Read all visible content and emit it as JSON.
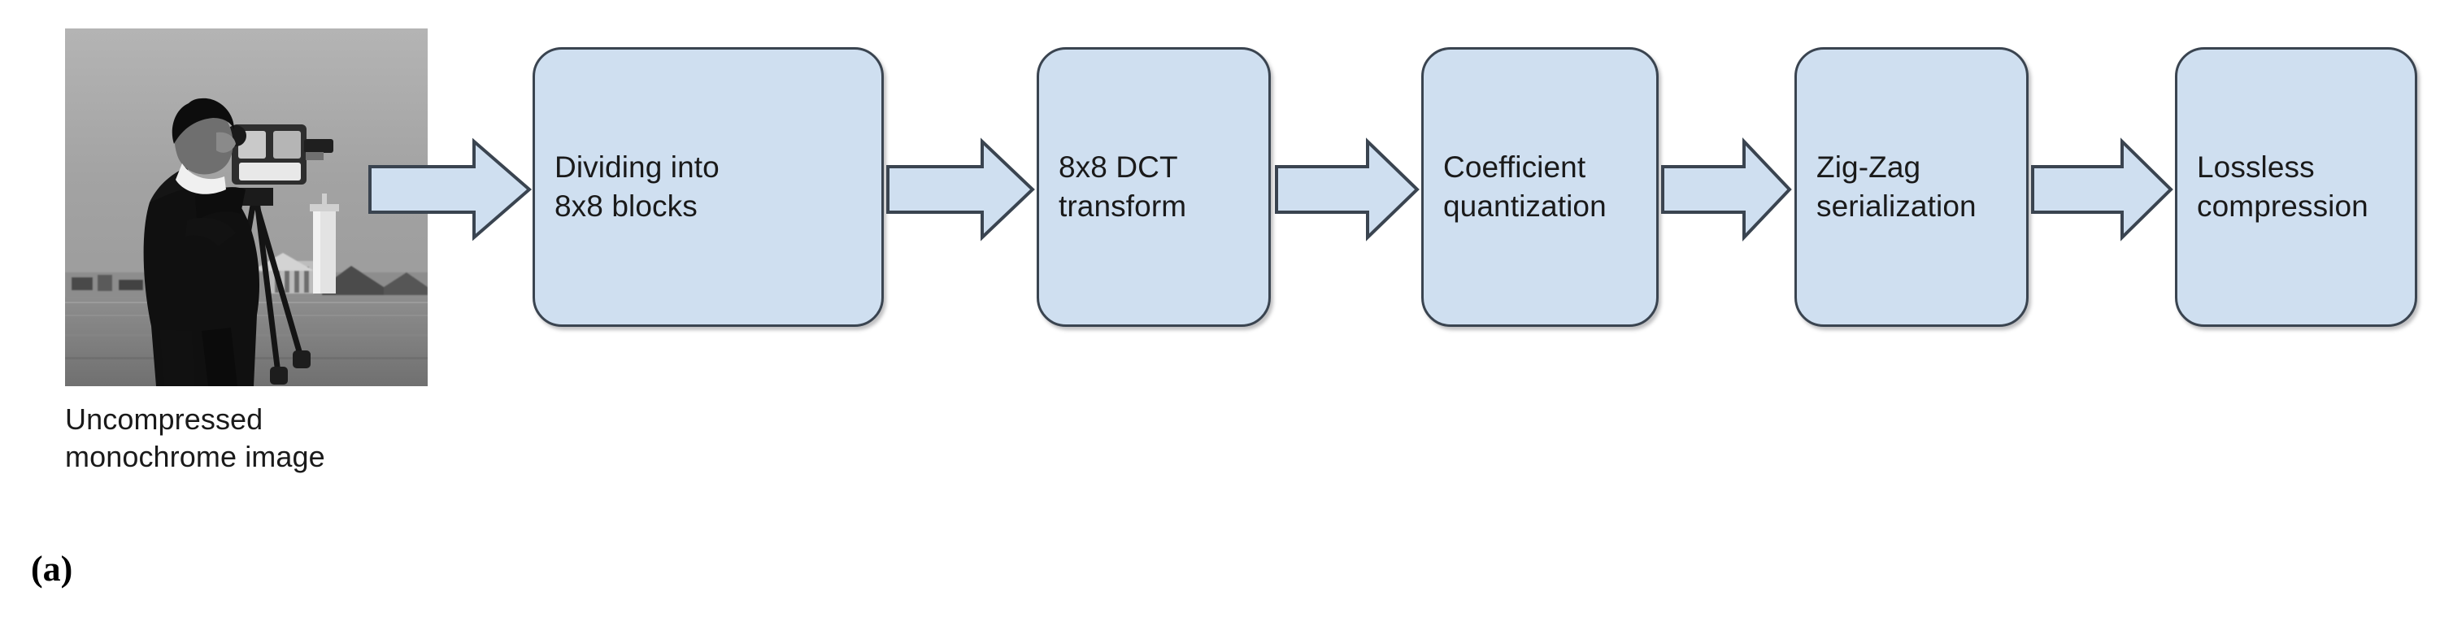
{
  "figure": {
    "panel_label": "(a)",
    "background_color": "#ffffff"
  },
  "source": {
    "thumbnail_name": "cameraman-monochrome-photo",
    "caption_line_1": "Uncompressed",
    "caption_line_2": "monochrome image"
  },
  "style": {
    "box_fill": "#cfdff0",
    "box_border": "#3a4450",
    "arrow_fill": "#cfdff0",
    "arrow_border": "#3a4450",
    "text_color": "#1a1a1a"
  },
  "pipeline": {
    "steps": [
      {
        "id": "divide-blocks",
        "label": "Dividing into\n8x8 blocks"
      },
      {
        "id": "dct-transform",
        "label": "8x8 DCT\ntransform"
      },
      {
        "id": "quantization",
        "label": "Coefficient\nquantization"
      },
      {
        "id": "zigzag",
        "label": "Zig-Zag\nserialization"
      },
      {
        "id": "lossless",
        "label": "Lossless\ncompression"
      }
    ],
    "arrows": [
      {
        "id": "arrow-image-to-divide",
        "direction": "right"
      },
      {
        "id": "arrow-divide-to-dct",
        "direction": "right"
      },
      {
        "id": "arrow-dct-to-quantization",
        "direction": "right"
      },
      {
        "id": "arrow-quantization-to-zigzag",
        "direction": "right"
      },
      {
        "id": "arrow-zigzag-to-lossless",
        "direction": "right"
      }
    ]
  }
}
